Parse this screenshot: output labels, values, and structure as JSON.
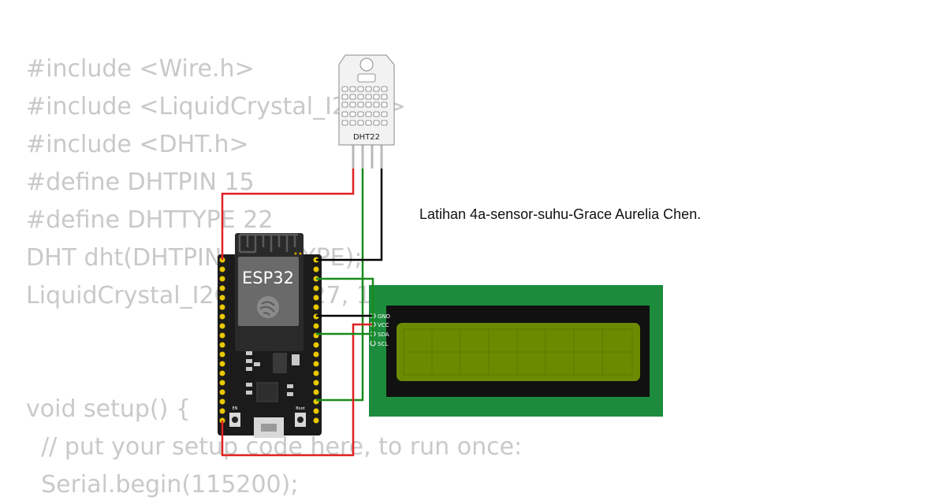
{
  "code_lines": [
    "#include <Wire.h>",
    "#include <LiquidCrystal_I2C.h>",
    "#include <DHT.h>",
    "#define DHTPIN 15",
    "#define DHTTYPE 22",
    "DHT dht(DHTPIN, DHTTYPE);",
    "LiquidCrystal_I2C lcd(0x27, 16, 2);",
    "",
    "",
    "void setup() {",
    "  // put your setup code here, to run once:",
    "  Serial.begin(115200);"
  ],
  "caption": "Latihan 4a-sensor-suhu-Grace Aurelia Chen.",
  "sensor": {
    "label": "DHT22"
  },
  "board": {
    "label": "ESP32",
    "en_label": "EN",
    "boot_label": "Boot"
  },
  "lcd": {
    "pins": [
      "GND",
      "VCC",
      "SDA",
      "SCL"
    ]
  },
  "colors": {
    "code_text": "#c9c9c9",
    "wire_red": "#e02020",
    "wire_green": "#1a8a1a",
    "wire_black": "#000000",
    "board": "#1b1b1b",
    "lcd_pcb": "#1c8c3c",
    "lcd_screen": "#6b8a00"
  }
}
